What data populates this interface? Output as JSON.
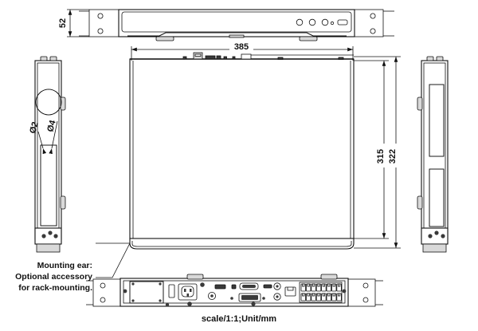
{
  "drawing": {
    "title": "Device mechanical dimension drawing",
    "scale_note": "scale/1:1;Unit/mm",
    "unit": "mm",
    "scale": "1:1"
  },
  "dimensions": {
    "front_height": "52",
    "top_width": "385",
    "depth_inner": "315",
    "depth_outer": "322",
    "hole_small": "Ø2",
    "hole_large": "Ø4"
  },
  "annotations": {
    "mounting_ear_line1": "Mounting ear:",
    "mounting_ear_line2": "Optional accessory",
    "mounting_ear_line3": "for rack-mounting."
  },
  "views": {
    "front": {
      "name": "front-elevation-view"
    },
    "top": {
      "name": "top-plan-view"
    },
    "left": {
      "name": "left-side-view"
    },
    "right": {
      "name": "right-side-view"
    },
    "rear": {
      "name": "rear-panel-view"
    }
  },
  "rear_panel": {
    "poe_port_columns": 8,
    "poe_port_rows": 2,
    "poe_port_total": 16,
    "uplink_ports": 1
  },
  "front_panel": {
    "indicator_count": 3,
    "usb_ports": 1
  },
  "colors": {
    "line": "#111111",
    "fill_white": "#ffffff",
    "fill_gray": "#d9d9d9",
    "fill_dark": "#3a3a3a"
  }
}
